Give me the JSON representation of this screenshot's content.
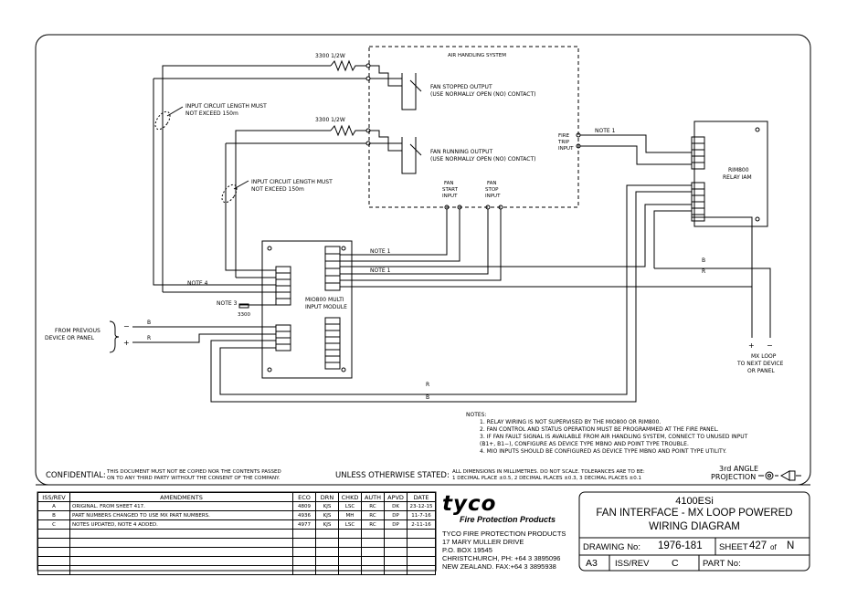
{
  "diagram": {
    "air_handling_title": "AIR HANDLING SYSTEM",
    "resistor_label": "3300 1/2W",
    "resistor_small": "3300",
    "fan_stopped_output": [
      "FAN STOPPED OUTPUT",
      "(USE NORMALLY OPEN (NO) CONTACT)"
    ],
    "fan_running_output": [
      "FAN RUNNING OUTPUT",
      "(USE NORMALLY OPEN (NO) CONTACT)"
    ],
    "fan_start_input": [
      "FAN",
      "START",
      "INPUT"
    ],
    "fan_stop_input": [
      "FAN",
      "STOP",
      "INPUT"
    ],
    "fire_trip_input": [
      "FIRE",
      "TRIP",
      "INPUT"
    ],
    "input_length_note": [
      "INPUT CIRCUIT LENGTH MUST",
      "NOT EXCEED 150m"
    ],
    "note_1": "NOTE 1",
    "note_3": "NOTE 3",
    "note_4": "NOTE 4",
    "relay_module": [
      "RIM800",
      "RELAY IAM"
    ],
    "mio_module": [
      "MIO800 MULTI",
      "INPUT MODULE"
    ],
    "from_previous": [
      "FROM PREVIOUS",
      "DEVICE OR PANEL"
    ],
    "mx_loop": [
      "MX LOOP",
      "TO NEXT DEVICE",
      "OR PANEL"
    ],
    "wire_b": "B",
    "wire_r": "R",
    "plus": "+",
    "minus": "−",
    "notes_title": "NOTES:",
    "notes": [
      "1.  RELAY WIRING IS NOT SUPERVISED BY THE MIO800 OR RIM800.",
      "2.  FAN CONTROL AND STATUS OPERATION MUST BE PROGRAMMED AT THE FIRE PANEL.",
      "3.  IF FAN FAULT SIGNAL IS AVAILABLE FROM AIR HANDLING SYSTEM, CONNECT TO UNUSED INPUT",
      "     (B1+, B1−), CONFIGURE AS DEVICE TYPE MBNO AND POINT TYPE TROUBLE.",
      "4.  MIO INPUTS SHOULD BE CONFIGURED AS DEVICE TYPE MBNO AND POINT TYPE UTILITY."
    ]
  },
  "footer": {
    "confidential_label": "CONFIDENTIAL:",
    "confidential_text": [
      "THIS DOCUMENT MUST NOT BE COPIED NOR THE CONTENTS PASSED",
      "ON TO ANY THIRD PARTY WITHOUT THE CONSENT OF THE COMPANY."
    ],
    "unless_label": "UNLESS OTHERWISE STATED:",
    "unless_text": [
      "ALL DIMENSIONS IN MILLIMETRES. DO NOT SCALE. TOLERANCES ARE TO BE:",
      "1 DECIMAL PLACE ±0.5, 2 DECIMAL PLACES ±0.3, 3 DECIMAL PLACES ±0.1"
    ],
    "projection": [
      "3rd ANGLE",
      "PROJECTION"
    ]
  },
  "amendments": {
    "headers": [
      "ISS/REV",
      "AMENDMENTS",
      "ECO",
      "DRN",
      "CHKD",
      "AUTH",
      "APVD",
      "DATE"
    ],
    "rows": [
      [
        "A",
        "ORIGINAL. FROM SHEET 417.",
        "4809",
        "KJS",
        "LSC",
        "RC",
        "DK",
        "23-12-15"
      ],
      [
        "B",
        "PART NUMBERS CHANGED TO USE MX PART NUMBERS.",
        "4936",
        "KJS",
        "MH",
        "RC",
        "DP",
        "11-7-16"
      ],
      [
        "C",
        "NOTES UPDATED, NOTE 4 ADDED.",
        "4977",
        "KJS",
        "LSC",
        "RC",
        "DP",
        "2-11-16"
      ],
      [
        "",
        "",
        "",
        "",
        "",
        "",
        "",
        ""
      ],
      [
        "",
        "",
        "",
        "",
        "",
        "",
        "",
        ""
      ],
      [
        "",
        "",
        "",
        "",
        "",
        "",
        "",
        ""
      ],
      [
        "",
        "",
        "",
        "",
        "",
        "",
        "",
        ""
      ],
      [
        "",
        "",
        "",
        "",
        "",
        "",
        "",
        ""
      ],
      [
        "",
        "",
        "",
        "",
        "",
        "",
        "",
        ""
      ]
    ]
  },
  "company": {
    "logo": "tyco",
    "tagline": "Fire Protection Products",
    "address": [
      "TYCO FIRE PROTECTION PRODUCTS",
      "17 MARY MULLER DRIVE",
      "P.O. BOX 19545",
      "CHRISTCHURCH,  PH: +64 3 3895096",
      "NEW ZEALAND.    FAX:+64 3 3895938"
    ]
  },
  "title_block": {
    "product": "4100ESi",
    "title_line1": "FAN INTERFACE - MX LOOP POWERED",
    "title_line2": "WIRING DIAGRAM",
    "drawing_label": "DRAWING No:",
    "drawing_no": "1976-181",
    "sheet_label": "SHEET",
    "sheet_no": "427",
    "of_label": "of",
    "of_value": "N",
    "size": "A3",
    "iss_label": "ISS/REV",
    "iss_value": "C",
    "part_label": "PART No:",
    "part_value": ""
  }
}
